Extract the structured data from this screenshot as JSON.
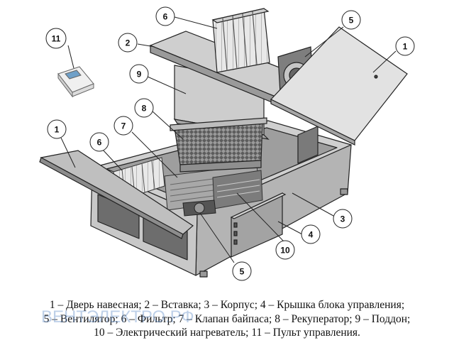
{
  "callouts": {
    "c1_top": "1",
    "c1_left": "1",
    "c2": "2",
    "c3": "3",
    "c4": "4",
    "c5_top": "5",
    "c5_bottom": "5",
    "c6_top": "6",
    "c6_left": "6",
    "c7": "7",
    "c8": "8",
    "c9": "9",
    "c10": "10",
    "c11": "11"
  },
  "caption": {
    "line1": "1 – Дверь навесная; 2 – Вставка; 3 – Корпус; 4 – Крышка блока управления;",
    "line2": "5 – Вентилятор; 6 – Фильтр; 7 – Клапан байпаса; 8 – Рекуператор; 9 – Поддон;",
    "line3": "10 – Электрический нагреватель; 11 – Пульт управления."
  },
  "watermark": "ВЕНТЭЛЕКТРО.РФ",
  "colors": {
    "housing": "#bcbcbc",
    "housing_dark": "#8a8a8a",
    "panel": "#d6d6d6",
    "outline": "#222222",
    "filter": "#e4e4e4",
    "recuperator": "#6e6e6e"
  }
}
